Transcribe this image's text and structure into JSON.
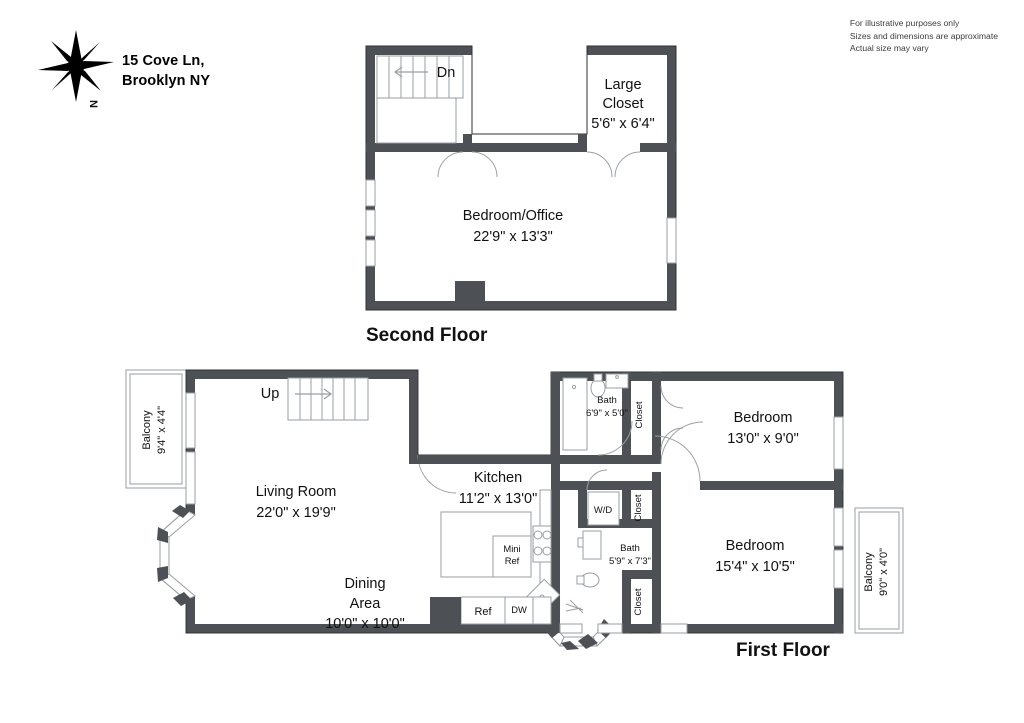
{
  "header": {
    "address_line1": "15 Cove Ln,",
    "address_line2": "Brooklyn NY",
    "compass_label": "N"
  },
  "disclaimer": {
    "line1": "For illustrative purposes only",
    "line2": "Sizes and dimensions are approximate",
    "line3": "Actual size may vary"
  },
  "colors": {
    "wall": "#4d5156",
    "thin_line": "#8a8f94",
    "text": "#111111",
    "background": "#ffffff"
  },
  "floors": [
    {
      "id": "second-floor",
      "label": "Second Floor",
      "rooms": [
        {
          "name": "Bedroom/Office",
          "dimensions": "22'9\" x 13'3\""
        },
        {
          "name": "Large Closet",
          "name_line1": "Large",
          "name_line2": "Closet",
          "dimensions": "5'6\" x 6'4\""
        }
      ],
      "stairs": {
        "label": "Dn",
        "direction": "down"
      }
    },
    {
      "id": "first-floor",
      "label": "First Floor",
      "rooms": [
        {
          "name": "Living Room",
          "dimensions": "22'0\" x 19'9\""
        },
        {
          "name": "Dining Area",
          "name_line1": "Dining",
          "name_line2": "Area",
          "dimensions": "10'0\" x 10'0\""
        },
        {
          "name": "Kitchen",
          "dimensions": "11'2\" x 13'0\""
        },
        {
          "name": "Bath",
          "dimensions": "6'9\" x 5'0\""
        },
        {
          "name": "Bath",
          "dimensions": "5'9\" x 7'3\""
        },
        {
          "name": "Bedroom",
          "dimensions": "13'0\" x 9'0\""
        },
        {
          "name": "Bedroom",
          "dimensions": "15'4\" x 10'5\""
        },
        {
          "name": "Balcony",
          "dimensions": "9'4\" x 4'4\""
        },
        {
          "name": "Balcony",
          "dimensions": "9'0\" x 4'0\""
        }
      ],
      "closets": [
        "Closet",
        "Closet",
        "Closet"
      ],
      "appliances": [
        "Ref",
        "DW",
        "Mini Ref",
        "W/D"
      ],
      "appliance_labels": {
        "fridge": "Ref",
        "dishwasher": "DW",
        "mini_fridge_line1": "Mini",
        "mini_fridge_line2": "Ref",
        "washer_dryer": "W/D"
      },
      "stairs": {
        "label": "Up",
        "direction": "up"
      }
    }
  ]
}
